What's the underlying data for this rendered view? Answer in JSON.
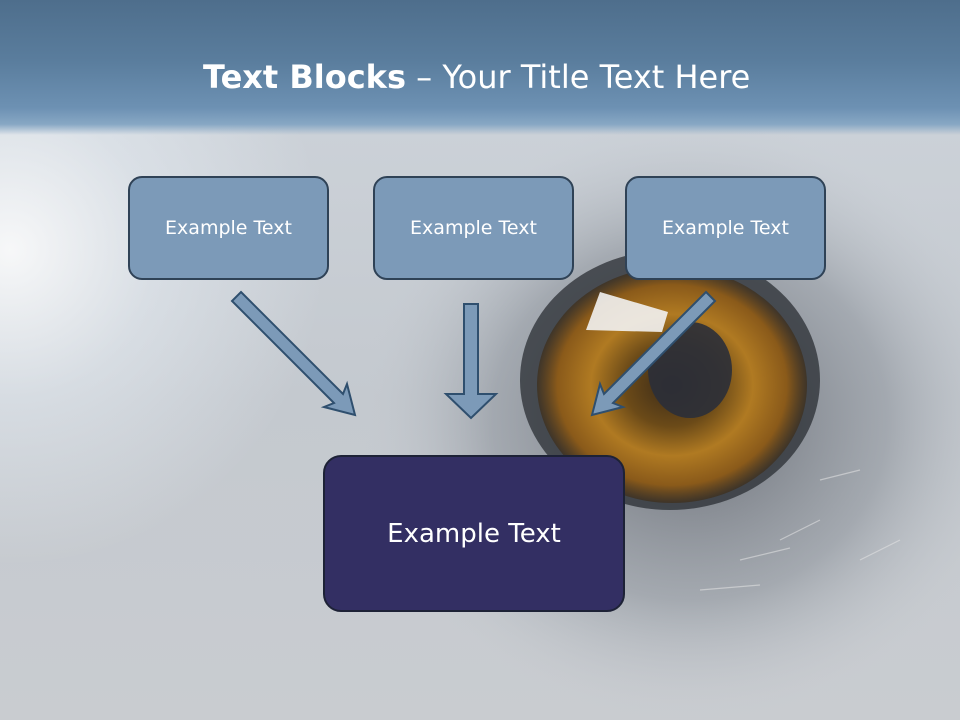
{
  "slide": {
    "title_bold": "Text Blocks",
    "title_dash": " – ",
    "title_rest": "Your Title Text Here",
    "top_blocks": [
      {
        "text": "Example Text"
      },
      {
        "text": "Example Text"
      },
      {
        "text": "Example Text"
      }
    ],
    "main_block": {
      "text": "Example Text"
    }
  },
  "colors": {
    "header": "#5a7d9d",
    "top_block_fill": "#7c9ab8",
    "main_block_fill": "#332f63",
    "arrow_fill": "#7c9ab8"
  }
}
